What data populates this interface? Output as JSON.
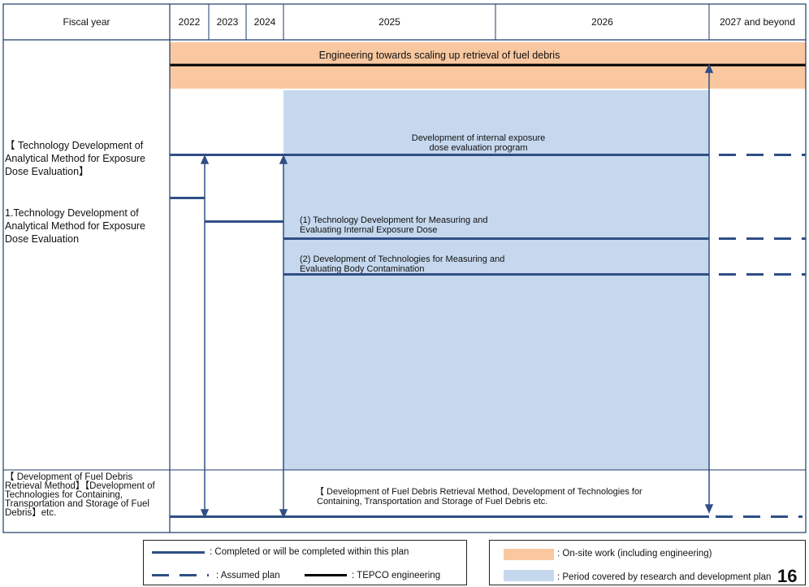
{
  "header": {
    "fiscal_year_label": "Fiscal year",
    "years": [
      "2022",
      "2023",
      "2024",
      "2025",
      "2026",
      "2027 and beyond"
    ]
  },
  "engineering_band": {
    "label": "Engineering towards scaling up retrieval of fuel debris",
    "color": "#f9c8a0"
  },
  "rd_period_color": "#c6d8ee",
  "left_labels": {
    "tech_dev_group": "【 Technology Development of Analytical Method for Exposure Dose Evaluation】",
    "item1": "1.Technology Development of Analytical Method for Exposure Dose Evaluation",
    "debris_group": "【 Development of Fuel Debris Retrieval Method】【Development of Technologies for Containing, Transportation and Storage of Fuel Debris】etc."
  },
  "bars": {
    "program_line1": "Development of internal exposure",
    "program_line2": "dose evaluation program",
    "sub1_line1": "(1) Technology Development for Measuring and",
    "sub1_line2": "Evaluating Internal Exposure Dose",
    "sub2_line1": "(2) Development of Technologies for Measuring and",
    "sub2_line2": "Evaluating Body Contamination",
    "debris_line1": "【 Development of Fuel Debris Retrieval Method, Development of Technologies for",
    "debris_line2": "Containing, Transportation and Storage of Fuel Debris etc."
  },
  "legend": {
    "completed": ": Completed or will be completed within this plan",
    "assumed": ": Assumed plan",
    "tepco": ": TEPCO engineering",
    "onsite": ": On-site work (including engineering)",
    "rd_period": ": Period covered by research and development plan"
  },
  "colors": {
    "bar": "#2f4f86",
    "grid": "#1f3b6b",
    "tepco_line": "#000000"
  },
  "page_number": "16"
}
